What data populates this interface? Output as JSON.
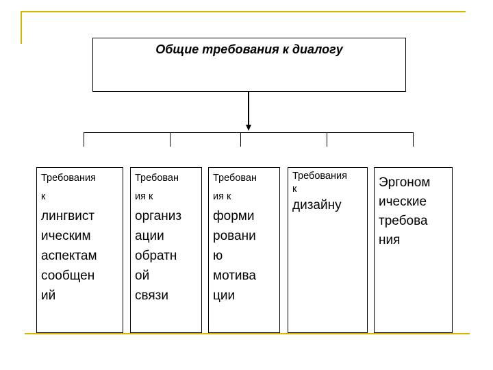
{
  "diagram": {
    "title": "Общие требования к диалогу",
    "boxes": [
      {
        "small": [
          "Требования",
          "к"
        ],
        "big": [
          "лингвист",
          "ическим",
          "аспектам",
          "сообщен",
          "ий"
        ]
      },
      {
        "small": [
          "Требован",
          "ия к"
        ],
        "big": [
          "организ",
          "ации",
          "обратн",
          "ой",
          "связи"
        ]
      },
      {
        "small": [
          "Требован",
          "ия к"
        ],
        "big": [
          "форми",
          "ровани",
          "ю",
          "мотива",
          "ции"
        ]
      },
      {
        "small": [
          "Требования",
          "к"
        ],
        "big": [
          "дизайну"
        ]
      },
      {
        "small": [],
        "big": [
          "Эргоном",
          "ические",
          "требова",
          "ния"
        ]
      }
    ]
  },
  "colors": {
    "accent": "#d4b800",
    "line": "#000000",
    "background": "#ffffff"
  }
}
